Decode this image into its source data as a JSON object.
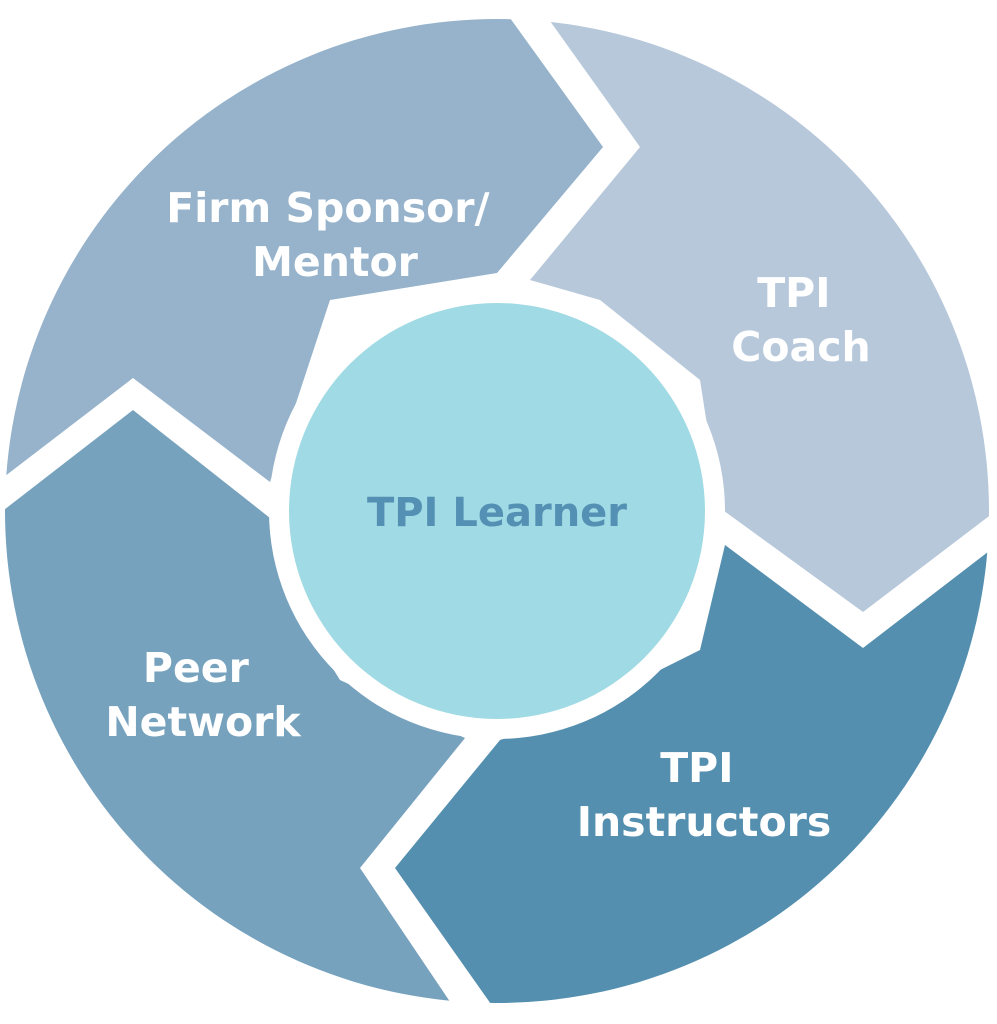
{
  "center": {
    "label": "TPI Learner",
    "fill": "#a0dae4",
    "text_color": "#5390b4"
  },
  "segments": [
    {
      "id": "firm-sponsor",
      "lines": [
        "Firm Sponsor/",
        "Mentor"
      ],
      "fill": "#96b3cb"
    },
    {
      "id": "tpi-coach",
      "lines": [
        "TPI",
        "Coach"
      ],
      "fill": "#b7c8db"
    },
    {
      "id": "tpi-instructors",
      "lines": [
        "TPI",
        "Instructors"
      ],
      "fill": "#548faf"
    },
    {
      "id": "peer-network",
      "lines": [
        "Peer",
        "Network"
      ],
      "fill": "#76a2be"
    }
  ],
  "background": "#ffffff"
}
